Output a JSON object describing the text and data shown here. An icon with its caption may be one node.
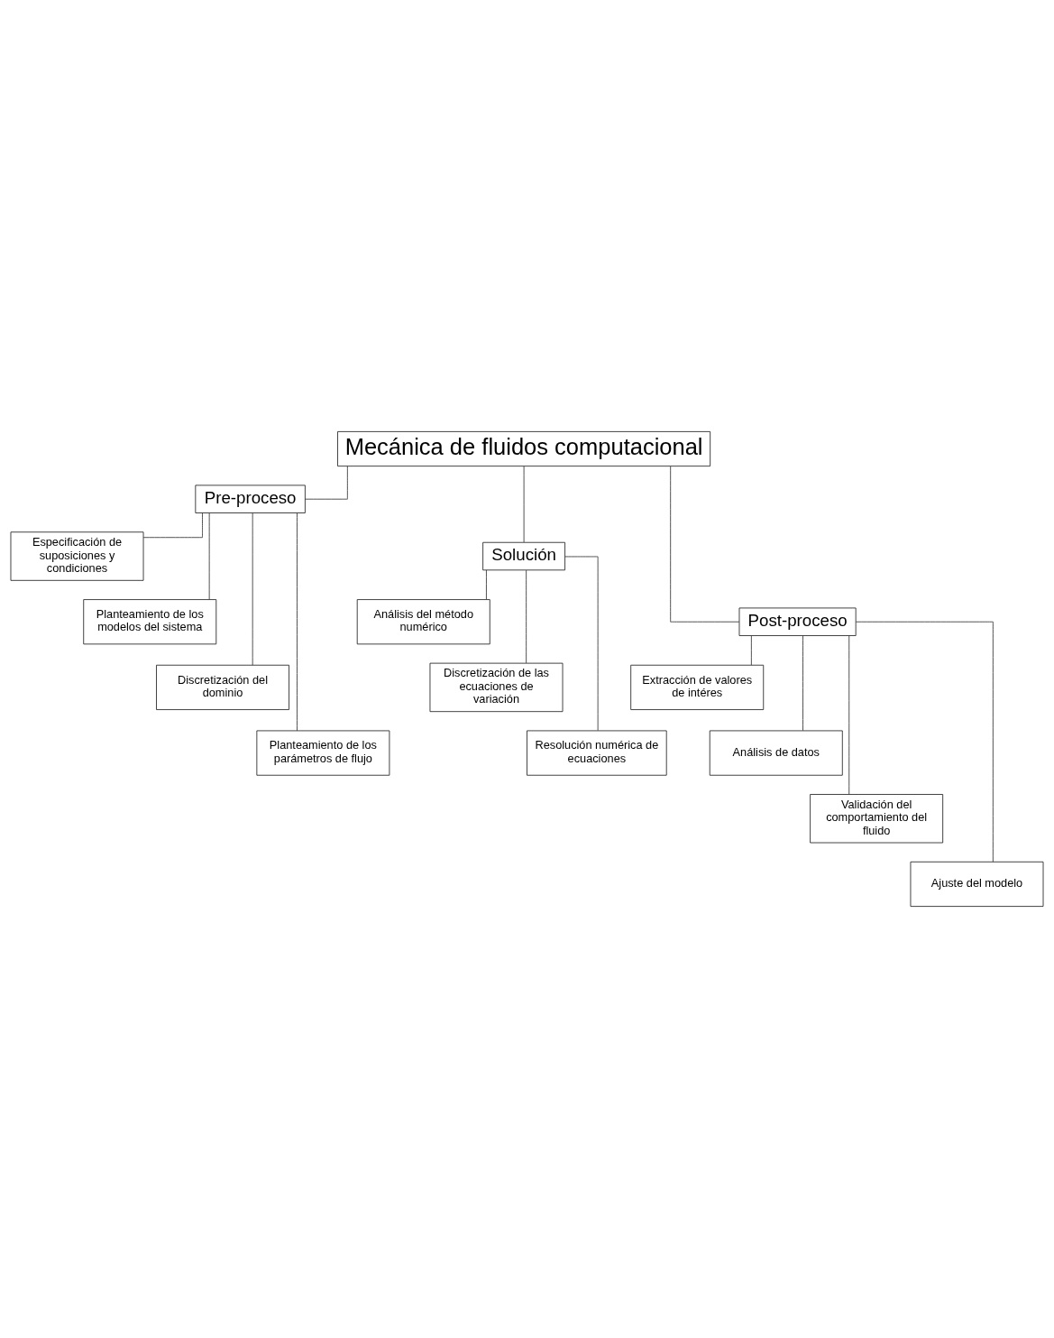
{
  "diagram": {
    "nodes": [
      {
        "text": [
          "Mecánica de fluidos computacional"
        ]
      },
      {
        "text": [
          "Pre-proceso"
        ]
      },
      {
        "text": [
          "Solución"
        ]
      },
      {
        "text": [
          "Post-proceso"
        ]
      },
      {
        "text": [
          "Especificación de suposiciones y condiciones"
        ]
      },
      {
        "text": [
          "Planteamiento de los modelos del sistema"
        ]
      },
      {
        "text": [
          "Discretización del dominio"
        ]
      },
      {
        "text": [
          "Planteamiento de los parámetros de flujo"
        ]
      },
      {
        "text": [
          "Análisis del método numérico"
        ]
      },
      {
        "text": [
          "Discretización de las ecuaciones de variación"
        ]
      },
      {
        "text": [
          "Resolución numérica de ecuaciones"
        ]
      },
      {
        "text": [
          "Extracción de valores de intéres"
        ]
      },
      {
        "text": [
          "Análisis de datos"
        ]
      },
      {
        "text": [
          "Validación del comportamiento del fluido"
        ]
      },
      {
        "text": [
          "Ajuste del modelo"
        ]
      }
    ],
    "edges": [
      {
        "from": 0,
        "to": 1,
        "arrow": "none"
      },
      {
        "from": 0,
        "to": 2,
        "arrow": "none"
      },
      {
        "from": 0,
        "to": 3,
        "arrow": "none"
      },
      {
        "from": 1,
        "to": 4,
        "arrow": "none"
      },
      {
        "from": 1,
        "to": 5,
        "arrow": "none"
      },
      {
        "from": 1,
        "to": 6,
        "arrow": "none"
      },
      {
        "from": 1,
        "to": 7,
        "arrow": "none"
      },
      {
        "from": 2,
        "to": 8,
        "arrow": "none"
      },
      {
        "from": 2,
        "to": 9,
        "arrow": "none"
      },
      {
        "from": 2,
        "to": 10,
        "arrow": "none"
      },
      {
        "from": 3,
        "to": 11,
        "arrow": "none"
      },
      {
        "from": 3,
        "to": 12,
        "arrow": "none"
      },
      {
        "from": 3,
        "to": 13,
        "arrow": "none"
      },
      {
        "from": 3,
        "to": 14,
        "arrow": "none"
      }
    ]
  }
}
